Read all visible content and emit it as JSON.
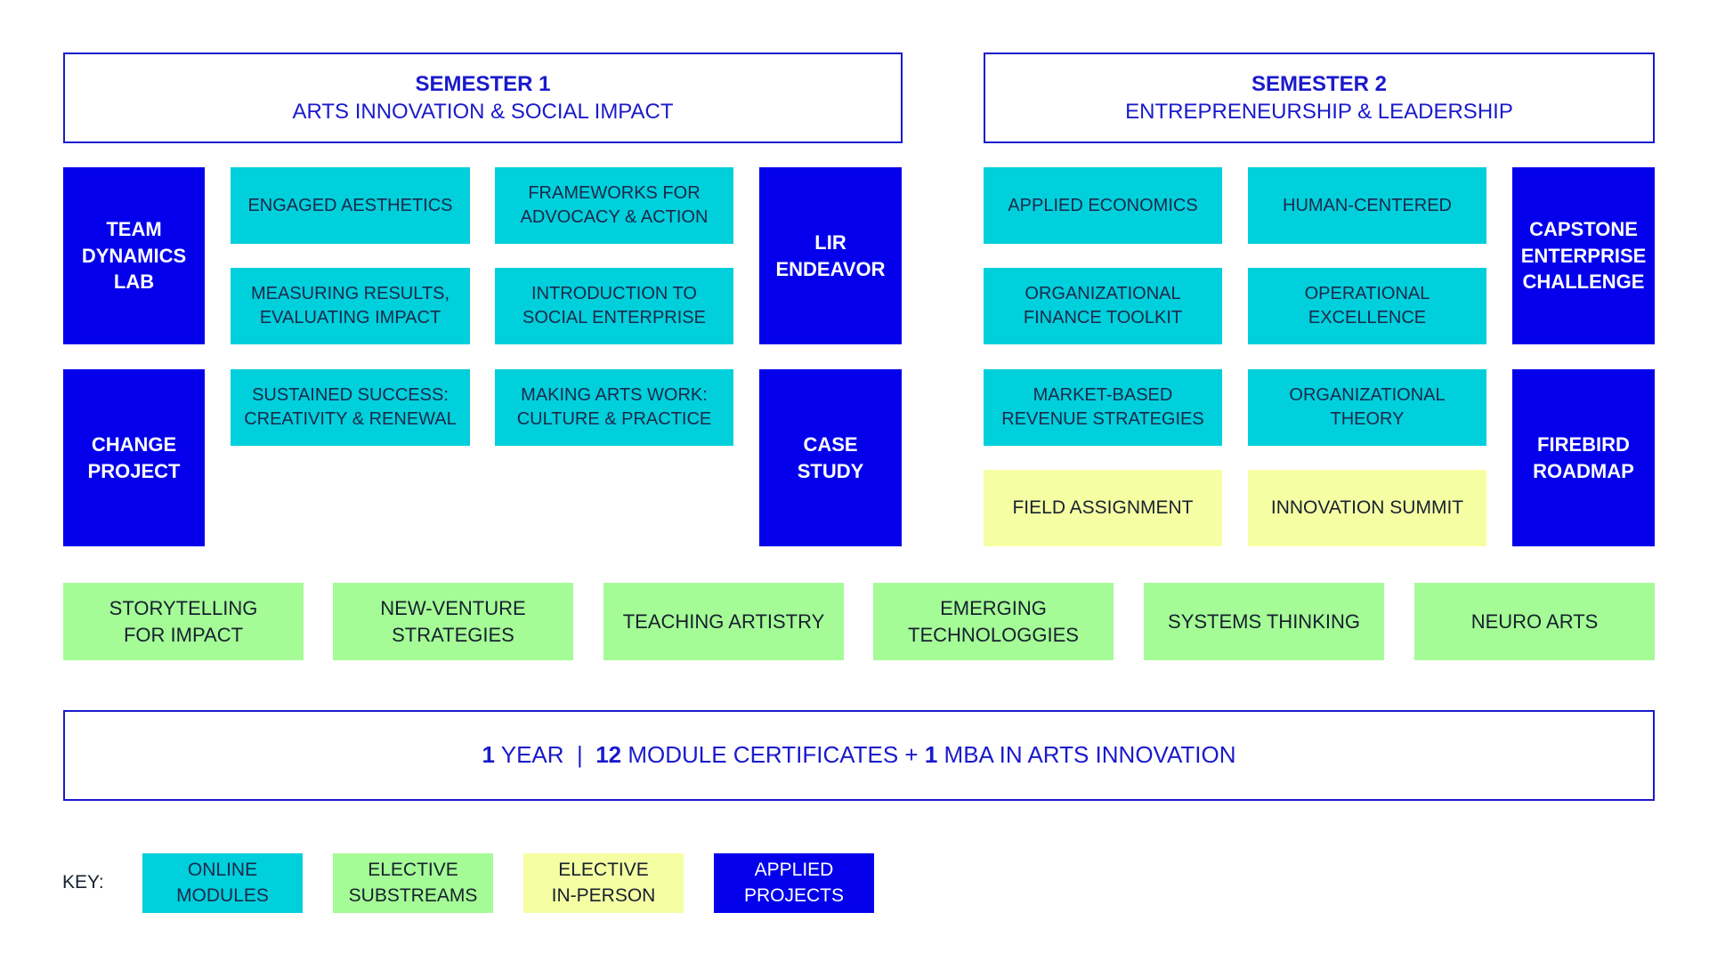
{
  "semester1": {
    "title": "SEMESTER 1",
    "subtitle": "ARTS INNOVATION & SOCIAL IMPACT"
  },
  "semester2": {
    "title": "SEMESTER 2",
    "subtitle": "ENTREPRENEURSHIP & LEADERSHIP"
  },
  "sem1_applied": [
    "TEAM\nDYNAMICS\nLAB",
    "CHANGE\nPROJECT",
    "LIR\nENDEAVOR",
    "CASE\nSTUDY"
  ],
  "sem1_online": [
    "ENGAGED AESTHETICS",
    "FRAMEWORKS FOR\nADVOCACY & ACTION",
    "MEASURING RESULTS,\nEVALUATING IMPACT",
    "INTRODUCTION TO\nSOCIAL ENTERPRISE",
    "SUSTAINED SUCCESS:\nCREATIVITY & RENEWAL",
    "MAKING ARTS WORK:\nCULTURE & PRACTICE"
  ],
  "sem2_online": [
    "APPLIED ECONOMICS",
    "HUMAN-CENTERED",
    "ORGANIZATIONAL\nFINANCE TOOLKIT",
    "OPERATIONAL\nEXCELLENCE",
    "MARKET-BASED\nREVENUE STRATEGIES",
    "ORGANIZATIONAL\nTHEORY"
  ],
  "sem2_inperson": [
    "FIELD ASSIGNMENT",
    "INNOVATION SUMMIT"
  ],
  "sem2_applied": [
    "CAPSTONE\nENTERPRISE\nCHALLENGE",
    "FIREBIRD\nROADMAP"
  ],
  "electives": [
    "STORYTELLING\nFOR IMPACT",
    "NEW-VENTURE\nSTRATEGIES",
    "TEACHING ARTISTRY",
    "EMERGING\nTECHNOLOGGIES",
    "SYSTEMS THINKING",
    "NEURO ARTS"
  ],
  "banner": {
    "n1": "1",
    "t1": " YEAR  |  ",
    "n2": "12",
    "t2": " MODULE CERTIFICATES + ",
    "n3": "1",
    "t3": " MBA IN ARTS INNOVATION"
  },
  "key": {
    "label": "KEY:",
    "online": "ONLINE\nMODULES",
    "elective_sub": "ELECTIVE\nSUBSTREAMS",
    "elective_in": "ELECTIVE\nIN-PERSON",
    "applied": "APPLIED\nPROJECTS"
  },
  "colors": {
    "online": "#00CFDC",
    "applied": "#0400EB",
    "elective_sub": "#A5FB96",
    "elective_in": "#F6FEA3",
    "accent": "#1a1acc"
  }
}
